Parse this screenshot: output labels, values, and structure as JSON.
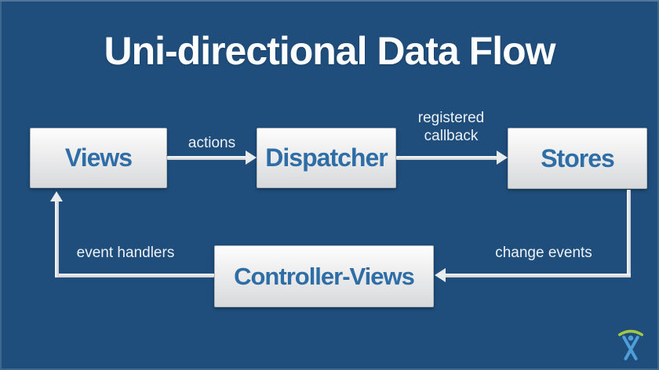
{
  "slide": {
    "title": "Uni-directional Data Flow",
    "background_color": "#1F4E7C",
    "box_text_color": "#2E6DA6",
    "label_color": "#EDF1F5",
    "arrow_color": "#E9EBED"
  },
  "diagram": {
    "nodes": [
      {
        "id": "views",
        "label": "Views"
      },
      {
        "id": "dispatcher",
        "label": "Dispatcher"
      },
      {
        "id": "stores",
        "label": "Stores"
      },
      {
        "id": "controller-views",
        "label": "Controller-Views"
      }
    ],
    "edges": [
      {
        "from": "views",
        "to": "dispatcher",
        "label": "actions"
      },
      {
        "from": "dispatcher",
        "to": "stores",
        "label": "registered\ncallback"
      },
      {
        "from": "stores",
        "to": "controller-views",
        "label": "change events"
      },
      {
        "from": "controller-views",
        "to": "views",
        "label": "event handlers"
      }
    ]
  },
  "footer": {
    "logo_icon": "atlassian-charlie-logo",
    "logo_arc_color": "#A3C940",
    "logo_figure_color": "#4F9ED9"
  }
}
